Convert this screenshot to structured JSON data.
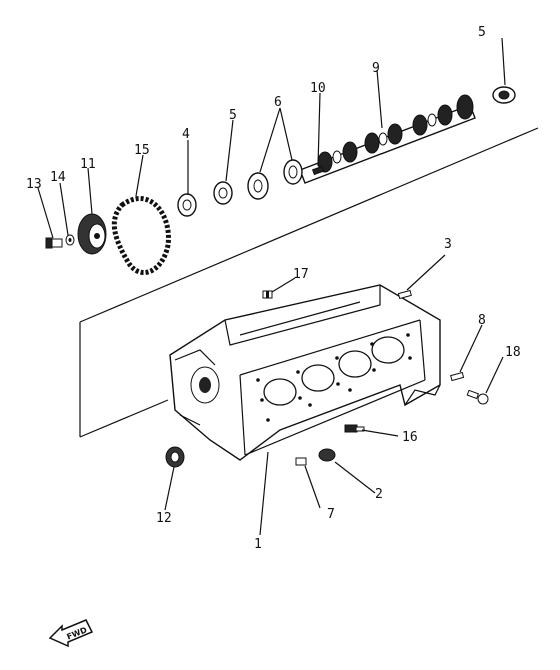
{
  "diagram": {
    "callouts": [
      {
        "id": "c1",
        "label": "1"
      },
      {
        "id": "c2",
        "label": "2"
      },
      {
        "id": "c3",
        "label": "3"
      },
      {
        "id": "c4",
        "label": "4"
      },
      {
        "id": "c5a",
        "label": "5"
      },
      {
        "id": "c5b",
        "label": "5"
      },
      {
        "id": "c6",
        "label": "6"
      },
      {
        "id": "c7",
        "label": "7"
      },
      {
        "id": "c8",
        "label": "8"
      },
      {
        "id": "c9",
        "label": "9"
      },
      {
        "id": "c10",
        "label": "10"
      },
      {
        "id": "c11",
        "label": "11"
      },
      {
        "id": "c12",
        "label": "12"
      },
      {
        "id": "c13",
        "label": "13"
      },
      {
        "id": "c14",
        "label": "14"
      },
      {
        "id": "c15",
        "label": "15"
      },
      {
        "id": "c16",
        "label": "16"
      },
      {
        "id": "c17",
        "label": "17"
      },
      {
        "id": "c18",
        "label": "18"
      }
    ],
    "direction_label": "FWD",
    "colors": {
      "ink": "#111111",
      "paper": "#ffffff"
    }
  }
}
